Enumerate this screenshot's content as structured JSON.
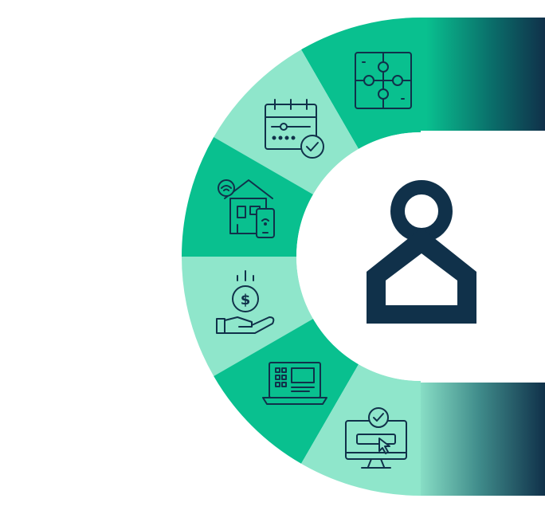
{
  "colors": {
    "dark_navy": "#10314a",
    "teal_green": "#09c08f",
    "mint": "#8fe6cb",
    "white": "#ffffff"
  },
  "segments": [
    {
      "id": "puzzle",
      "icon": "puzzle-icon",
      "tone": "teal_green"
    },
    {
      "id": "calendar",
      "icon": "calendar-check-icon",
      "tone": "mint"
    },
    {
      "id": "smart-home",
      "icon": "smart-home-icon",
      "tone": "teal_green"
    },
    {
      "id": "payment",
      "icon": "money-hand-icon",
      "tone": "mint"
    },
    {
      "id": "laptop",
      "icon": "laptop-dashboard-icon",
      "tone": "teal_green"
    },
    {
      "id": "online-booking",
      "icon": "monitor-click-icon",
      "tone": "mint"
    }
  ],
  "center_logo": {
    "icon": "home-person-logo-icon"
  }
}
